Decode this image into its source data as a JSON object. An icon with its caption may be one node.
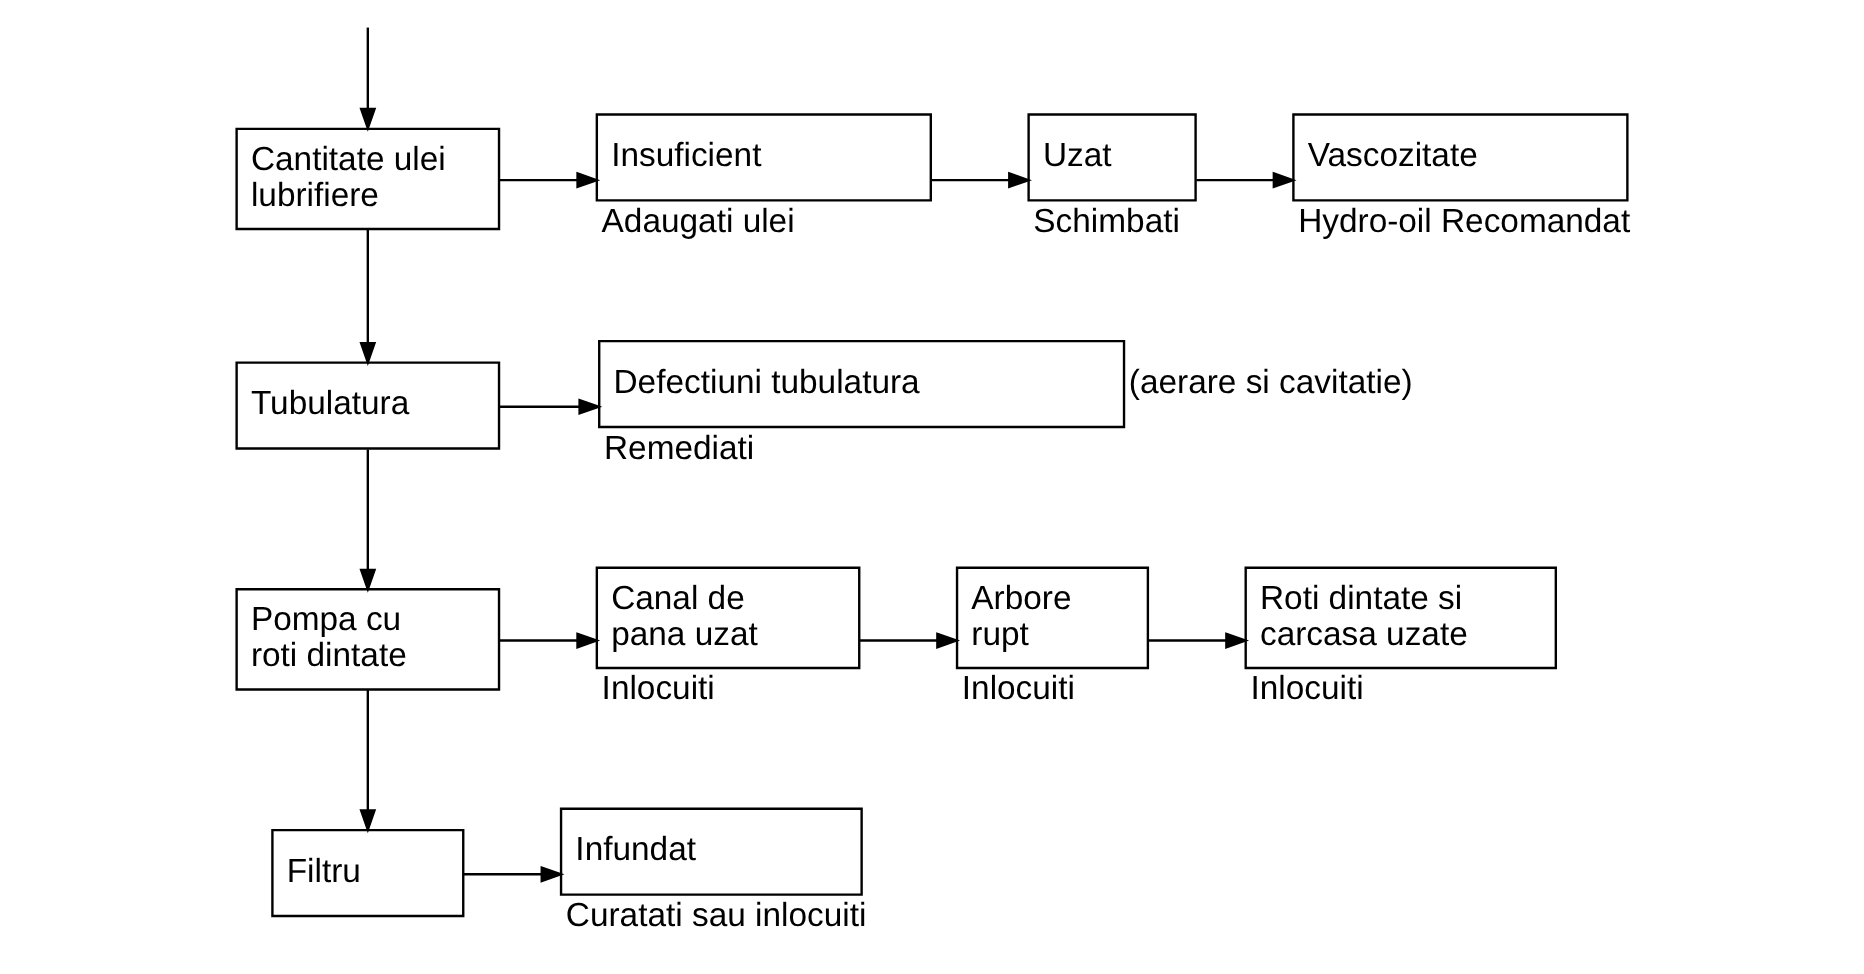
{
  "diagram": {
    "nodes": [
      {
        "text": [
          "Cantitate ulei lubrifiere"
        ]
      },
      {
        "text": [
          "Insuficient"
        ],
        "beside": [
          "Adaugati ulei"
        ]
      },
      {
        "text": [
          "Uzat"
        ],
        "beside": [
          "Schimbati"
        ]
      },
      {
        "text": [
          "Vascozitate"
        ],
        "beside": [
          "Hydro-oil Recomandat"
        ]
      },
      {
        "text": [
          "Tubulatura"
        ]
      },
      {
        "text": [
          "Defectiuni tubulatura"
        ],
        "beside": [
          "Remediati",
          "(aerare si cavitatie)"
        ]
      },
      {
        "text": [
          "Pompa cu roti dintate"
        ]
      },
      {
        "text": [
          "Canal de pana uzat"
        ],
        "beside": [
          "Inlocuiti"
        ]
      },
      {
        "text": [
          "Arbore rupt"
        ],
        "beside": [
          "Inlocuiti"
        ]
      },
      {
        "text": [
          "Roti dintate si carcasa uzate"
        ],
        "beside": [
          "Inlocuiti"
        ]
      },
      {
        "text": [
          "Filtru"
        ]
      },
      {
        "text": [
          "Infundat"
        ],
        "beside": [
          "Curatati sau inlocuiti"
        ]
      }
    ],
    "edges": [
      {
        "from": null,
        "to": 0,
        "arrow": "to"
      },
      {
        "from": 0,
        "to": 1,
        "arrow": "to"
      },
      {
        "from": 1,
        "to": 2,
        "arrow": "to"
      },
      {
        "from": 2,
        "to": 3,
        "arrow": "to"
      },
      {
        "from": 0,
        "to": 4,
        "arrow": "to"
      },
      {
        "from": 4,
        "to": 5,
        "arrow": "to"
      },
      {
        "from": 4,
        "to": 6,
        "arrow": "to"
      },
      {
        "from": 6,
        "to": 7,
        "arrow": "to"
      },
      {
        "from": 7,
        "to": 8,
        "arrow": "to"
      },
      {
        "from": 8,
        "to": 9,
        "arrow": "to"
      },
      {
        "from": 6,
        "to": 10,
        "arrow": "to"
      },
      {
        "from": 10,
        "to": 11,
        "arrow": "to"
      }
    ]
  }
}
